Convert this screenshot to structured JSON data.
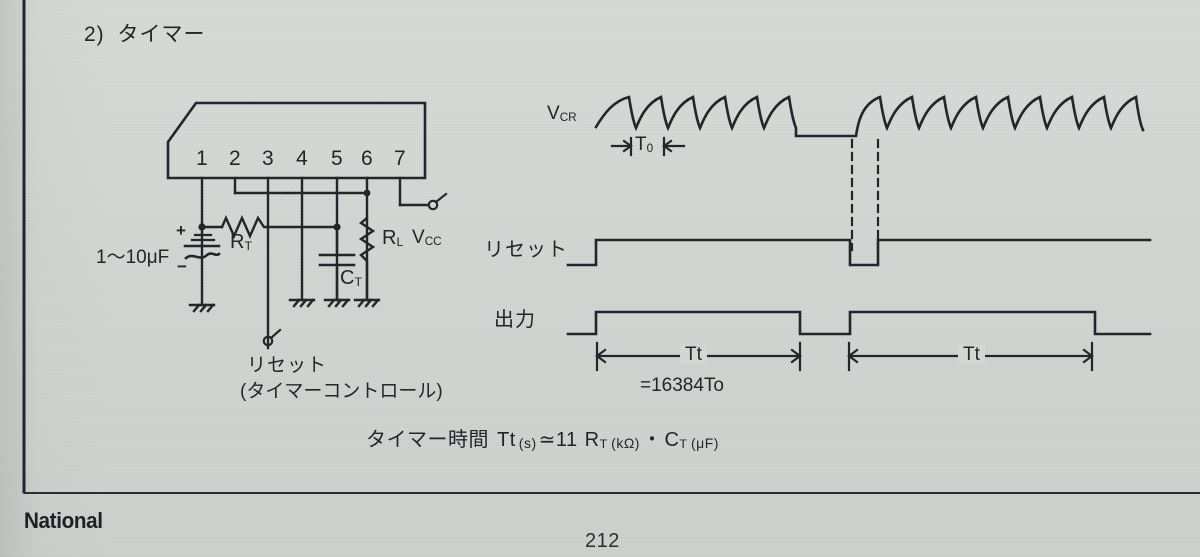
{
  "document": {
    "section_number": "2)",
    "section_title": "タイマー",
    "page_number": "212",
    "publisher": "National",
    "ink_color": "#23262b",
    "paper_color": "#d4d7d4"
  },
  "circuit": {
    "pins": [
      "1",
      "2",
      "3",
      "4",
      "5",
      "6",
      "7"
    ],
    "capacitor_input_label": "1～10",
    "capacitor_input_unit": "μF",
    "polarity_plus": "+",
    "polarity_minus": "−",
    "resistor_timing": "R",
    "resistor_timing_sub": "T",
    "resistor_load": "R",
    "resistor_load_sub": "L",
    "capacitor_timing": "C",
    "capacitor_timing_sub": "T",
    "supply_label": "V",
    "supply_sub": "CC",
    "reset_label": "リセット",
    "reset_sublabel": "(タイマーコントロール)"
  },
  "waveforms": {
    "vcr_label": "V",
    "vcr_sub": "CR",
    "period_label": "T",
    "period_sub": "0",
    "reset_label": "リセット",
    "output_label": "出力",
    "tt_label_left": "Tt",
    "tt_label_right": "Tt",
    "tt_equation": "=16384To"
  },
  "formula": {
    "prefix": "タイマー時間",
    "variable": "Tt",
    "variable_unit": "(s)",
    "approx": "≃",
    "coefficient": "11",
    "r_symbol": "R",
    "r_sub": "T",
    "r_unit": "(kΩ)",
    "dot": "・",
    "c_symbol": "C",
    "c_sub": "T",
    "c_unit": "(μF)"
  }
}
